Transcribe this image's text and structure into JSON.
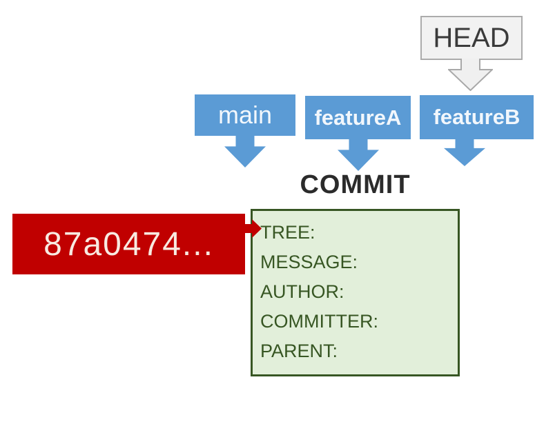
{
  "head": {
    "label": "HEAD"
  },
  "branches": [
    {
      "label": "main"
    },
    {
      "label": "featureA"
    },
    {
      "label": "featureB"
    }
  ],
  "commit": {
    "title": "COMMIT",
    "fields": [
      "TREE:",
      "MESSAGE:",
      "AUTHOR:",
      "COMMITTER:",
      "PARENT:"
    ]
  },
  "hash": {
    "label": "87a0474..."
  },
  "colors": {
    "branch_blue": "#5B9BD5",
    "hash_red": "#C00000",
    "commit_fill": "#E2EFDA",
    "commit_green": "#375623",
    "head_fill": "#F2F2F2",
    "head_border": "#ABABAB"
  }
}
